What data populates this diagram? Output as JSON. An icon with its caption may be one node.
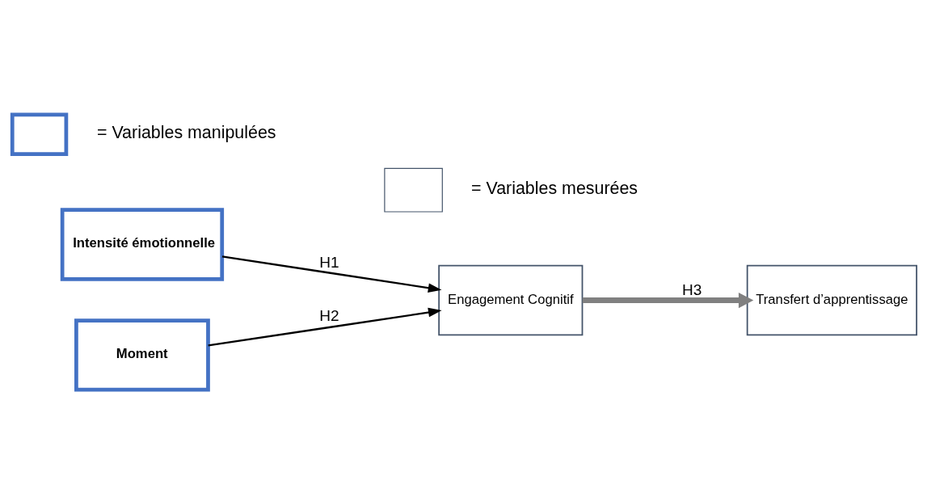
{
  "diagram": {
    "nodes": [
      {
        "text": [
          "Intensité émotionnelle"
        ]
      },
      {
        "text": [
          "Moment"
        ]
      },
      {
        "text": [
          "Engagement Cognitif"
        ]
      },
      {
        "text": [
          "Transfert d’apprentissage"
        ]
      }
    ],
    "edges": [
      {
        "from": 0,
        "to": 2,
        "arrow": "to",
        "label": "H1"
      },
      {
        "from": 1,
        "to": 2,
        "arrow": "to",
        "label": "H2"
      },
      {
        "from": 2,
        "to": 3,
        "arrow": "to",
        "label": "H3",
        "style": "thick",
        "color": "#808080"
      }
    ],
    "legend": [
      {
        "text": "= Variables manipulées"
      },
      {
        "text": "= Variables mesurées"
      }
    ]
  }
}
